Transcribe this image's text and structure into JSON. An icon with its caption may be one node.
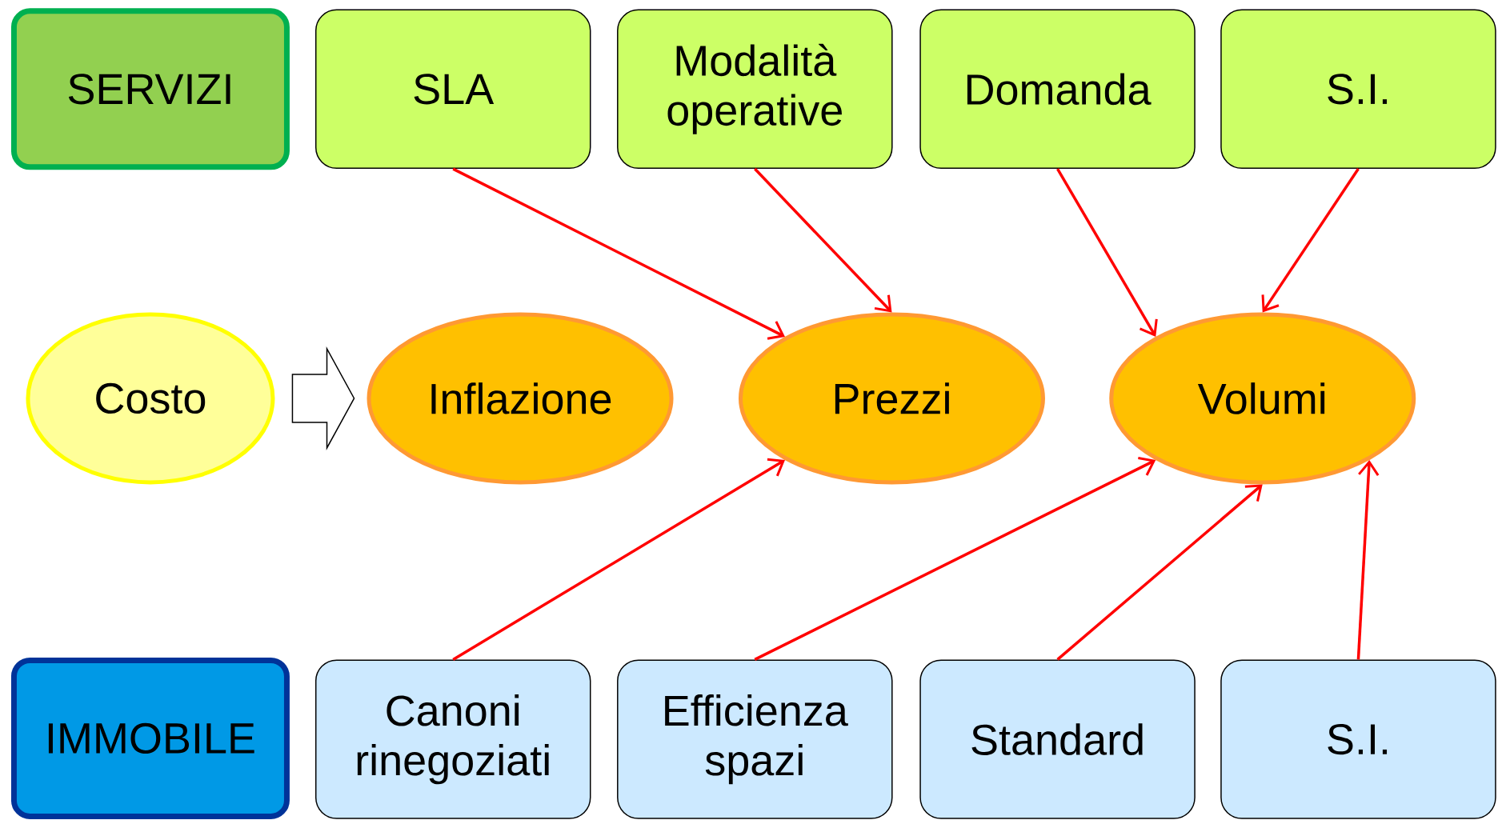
{
  "diagram": {
    "nodes": [
      {
        "text": [
          "SERVIZI"
        ]
      },
      {
        "text": [
          "SLA"
        ]
      },
      {
        "text": [
          "Modalità operative"
        ]
      },
      {
        "text": [
          "Domanda"
        ]
      },
      {
        "text": [
          "S.I."
        ]
      },
      {
        "text": [
          "Costo"
        ]
      },
      {
        "text": [
          "Inflazione"
        ]
      },
      {
        "text": [
          "Prezzi"
        ]
      },
      {
        "text": [
          "Volumi"
        ]
      },
      {
        "text": [
          "IMMOBILE"
        ]
      },
      {
        "text": [
          "Canoni rinegoziati"
        ]
      },
      {
        "text": [
          "Efficienza spazi"
        ]
      },
      {
        "text": [
          "Standard"
        ]
      },
      {
        "text": [
          "S.I."
        ]
      }
    ],
    "edges": [
      {
        "from": 5,
        "to": 6,
        "arrow": "to",
        "color": "#000000"
      },
      {
        "from": 1,
        "to": 7,
        "arrow": "to"
      },
      {
        "from": 2,
        "to": 7,
        "arrow": "to"
      },
      {
        "from": 3,
        "to": 8,
        "arrow": "to"
      },
      {
        "from": 4,
        "to": 8,
        "arrow": "to"
      },
      {
        "from": 10,
        "to": 7,
        "arrow": "to"
      },
      {
        "from": 11,
        "to": 8,
        "arrow": "to"
      },
      {
        "from": 12,
        "to": 8,
        "arrow": "to"
      },
      {
        "from": 13,
        "to": 8,
        "arrow": "to"
      }
    ]
  }
}
